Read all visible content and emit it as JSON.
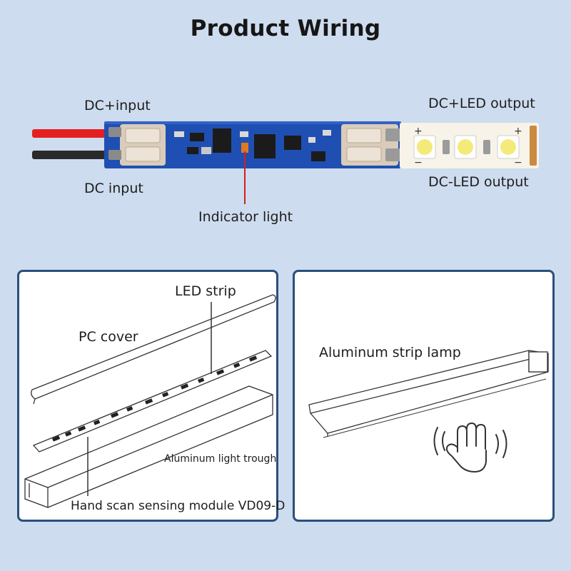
{
  "title": "Product Wiring",
  "wiring": {
    "dc_plus_input": "DC+input",
    "dc_input": "DC input",
    "dc_plus_led_output": "DC+LED output",
    "dc_minus_led_output": "DC-LED output",
    "indicator_light": "Indicator light"
  },
  "left_panel": {
    "led_strip": "LED strip",
    "pc_cover": "PC cover",
    "aluminum_trough": "Aluminum light trough",
    "module": "Hand scan sensing module VD09-D"
  },
  "right_panel": {
    "lamp": "Aluminum strip lamp",
    "gesture_icon": "hand-wave-icon"
  },
  "colors": {
    "background": "#cddcee",
    "panel_border": "#2a4f7c",
    "pcb": "#1f4fb3",
    "wire_red": "#e52020",
    "wire_black": "#2a2a2a",
    "indicator_line": "#d42020",
    "led": "#f3ea7a"
  }
}
